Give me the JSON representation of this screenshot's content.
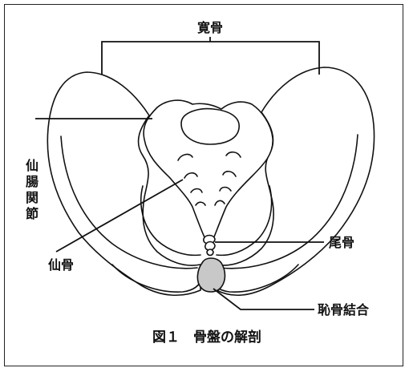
{
  "labels": {
    "ilium": "寛骨",
    "sacroiliac_joint": [
      "仙",
      "腸",
      "関",
      "節"
    ],
    "sacrum": "仙骨",
    "coccyx": "尾骨",
    "pubic_symphysis": "恥骨結合"
  },
  "caption": "図１　骨盤の解剖",
  "colors": {
    "line": "#111111",
    "pubic_symphysis_fill": "#c8c8c8"
  }
}
